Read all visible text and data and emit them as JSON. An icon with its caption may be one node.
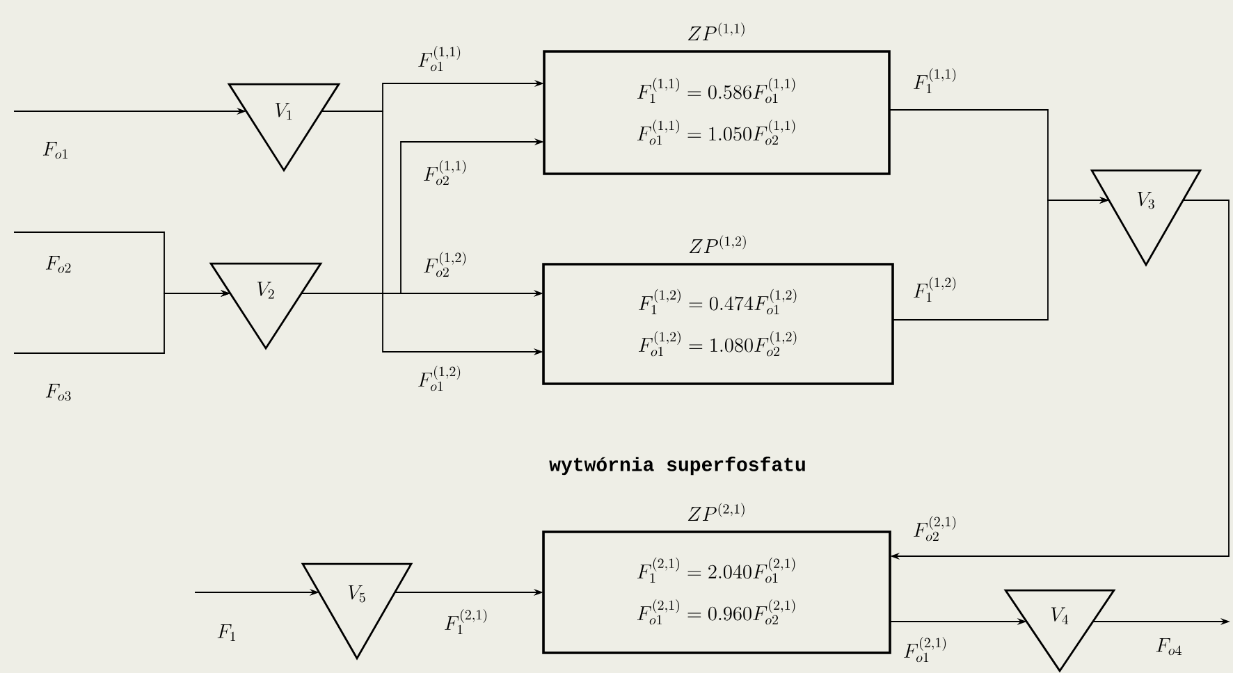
{
  "diagram": {
    "nodes": [
      {
        "text": [
          "V_{1}"
        ]
      },
      {
        "text": [
          "V_{2}"
        ]
      },
      {
        "text": [
          "ZP^{(1,1)}",
          "F_{1}^{(1,1)}=0.586F_{o1}^{(1,1)}",
          "F_{o1}^{(1,1)}=1.050F_{o2}^{(1,1)}"
        ]
      },
      {
        "text": [
          "ZP^{(1,2)}",
          "F_{1}^{(1,2)}=0.474F_{o1}^{(1,2)}",
          "F_{o1}^{(1,2)}=1.080F_{o2}^{(1,2)}"
        ]
      },
      {
        "text": [
          "V_{3}"
        ]
      },
      {
        "text": [
          "ZP^{(2,1)}",
          "F_{1}^{(2,1)}=2.040F_{o1}^{(2,1)}",
          "F_{o1}^{(2,1)}=0.960F_{o2}^{(2,1)}"
        ]
      },
      {
        "text": [
          "V_{5}"
        ]
      },
      {
        "text": [
          "V_{4}"
        ]
      }
    ],
    "edges": [
      {
        "from": null,
        "to": 0,
        "arrow": "to",
        "label": "F_{o1}"
      },
      {
        "from": null,
        "to": 1,
        "arrow": "to",
        "label": "F_{o2}"
      },
      {
        "from": null,
        "to": 1,
        "arrow": "to",
        "label": "F_{o3}"
      },
      {
        "from": 0,
        "to": 2,
        "arrow": "to",
        "label": "F_{o1}^{(1,1)}"
      },
      {
        "from": 0,
        "to": 3,
        "arrow": "to",
        "label": "F_{o1}^{(1,2)}"
      },
      {
        "from": 1,
        "to": 2,
        "arrow": "to",
        "label": "F_{o2}^{(1,1)}"
      },
      {
        "from": 1,
        "to": 3,
        "arrow": "to",
        "label": "F_{o2}^{(1,2)}"
      },
      {
        "from": 2,
        "to": 4,
        "arrow": "to",
        "label": "F_{1}^{(1,1)}"
      },
      {
        "from": 3,
        "to": 4,
        "arrow": "to",
        "label": "F_{1}^{(1,2)}"
      },
      {
        "from": 4,
        "to": 5,
        "arrow": "to",
        "label": "F_{o2}^{(2,1)}"
      },
      {
        "from": 5,
        "to": 7,
        "arrow": "to",
        "label": "F_{o1}^{(2,1)}"
      },
      {
        "from": 7,
        "to": null,
        "arrow": "to",
        "label": "F_{o4}"
      },
      {
        "from": null,
        "to": 6,
        "arrow": "to",
        "label": "F_{1}"
      },
      {
        "from": 6,
        "to": 5,
        "arrow": "to",
        "label": "F_{1}^{(2,1)}"
      }
    ],
    "labels": [
      "wytwórnia superfosfatu"
    ]
  }
}
